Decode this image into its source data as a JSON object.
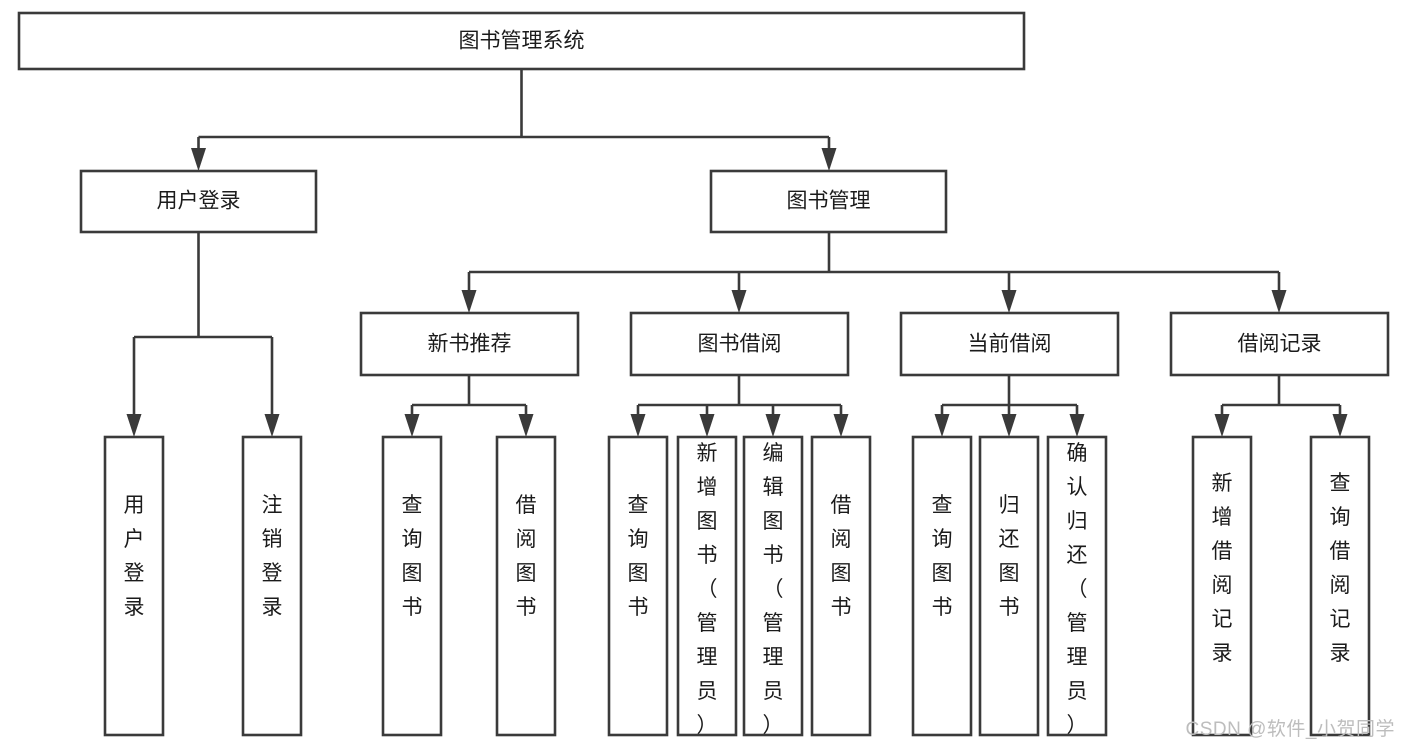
{
  "diagram": {
    "title": "图书管理系统",
    "type": "hierarchy-tree",
    "watermark": "CSDN @软件_小贺同学",
    "colors": {
      "stroke": "#3a3a3a",
      "fill": "#ffffff",
      "text": "#1b1b1b",
      "watermark": "#bdbdbd"
    },
    "root": {
      "id": "root",
      "label": "图书管理系统",
      "orientation": "horizontal"
    },
    "level2": [
      {
        "id": "user-login",
        "label": "用户登录",
        "orientation": "horizontal"
      },
      {
        "id": "book-manage",
        "label": "图书管理",
        "orientation": "horizontal"
      }
    ],
    "level3": [
      {
        "id": "new-book-recommend",
        "label": "新书推荐",
        "orientation": "horizontal",
        "parent": "book-manage"
      },
      {
        "id": "book-borrow",
        "label": "图书借阅",
        "orientation": "horizontal",
        "parent": "book-manage"
      },
      {
        "id": "current-borrow",
        "label": "当前借阅",
        "orientation": "horizontal",
        "parent": "book-manage"
      },
      {
        "id": "borrow-record",
        "label": "借阅记录",
        "orientation": "horizontal",
        "parent": "book-manage"
      }
    ],
    "leaves": [
      {
        "id": "leaf-user-login",
        "label": "用户登录",
        "orientation": "vertical",
        "parent": "user-login"
      },
      {
        "id": "leaf-user-logout",
        "label": "注销登录",
        "orientation": "vertical",
        "parent": "user-login"
      },
      {
        "id": "leaf-query-book-1",
        "label": "查询图书",
        "orientation": "vertical",
        "parent": "new-book-recommend"
      },
      {
        "id": "leaf-borrow-book-1",
        "label": "借阅图书",
        "orientation": "vertical",
        "parent": "new-book-recommend"
      },
      {
        "id": "leaf-query-book-2",
        "label": "查询图书",
        "orientation": "vertical",
        "parent": "book-borrow"
      },
      {
        "id": "leaf-add-book",
        "label": "新增图书（管理员）",
        "orientation": "vertical",
        "parent": "book-borrow"
      },
      {
        "id": "leaf-edit-book",
        "label": "编辑图书（管理员）",
        "orientation": "vertical",
        "parent": "book-borrow"
      },
      {
        "id": "leaf-borrow-book-2",
        "label": "借阅图书",
        "orientation": "vertical",
        "parent": "book-borrow"
      },
      {
        "id": "leaf-query-book-3",
        "label": "查询图书",
        "orientation": "vertical",
        "parent": "current-borrow"
      },
      {
        "id": "leaf-return-book",
        "label": "归还图书",
        "orientation": "vertical",
        "parent": "current-borrow"
      },
      {
        "id": "leaf-confirm-return",
        "label": "确认归还（管理员）",
        "orientation": "vertical",
        "parent": "current-borrow"
      },
      {
        "id": "leaf-add-record",
        "label": "新增借阅记录",
        "orientation": "vertical",
        "parent": "borrow-record"
      },
      {
        "id": "leaf-query-record",
        "label": "查询借阅记录",
        "orientation": "vertical",
        "parent": "borrow-record"
      }
    ]
  }
}
